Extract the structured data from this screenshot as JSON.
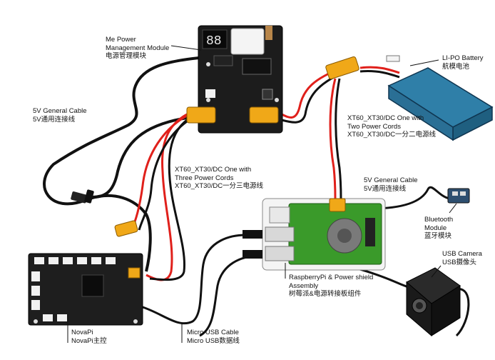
{
  "labels": {
    "power_module": [
      "Me Power",
      "Management Module",
      "电源管理模块"
    ],
    "battery": [
      "LI-PO Battery",
      "航模电池"
    ],
    "general_cable_left": [
      "5V General Cable",
      "5V通用连接线"
    ],
    "cord_two": [
      "XT60_XT30/DC One with",
      "Two Power Cords",
      "XT60_XT30/DC一分二电源线"
    ],
    "cord_three": [
      "XT60_XT30/DC One with",
      "Three Power Cords",
      "XT60_XT30/DC一分三电源线"
    ],
    "general_cable_right": [
      "5V General Cable",
      "5V通用连接线"
    ],
    "bluetooth": [
      "Bluetooth",
      "Module",
      "蓝牙模块"
    ],
    "usb_camera": [
      "USB Camera",
      "USB摄像头"
    ],
    "raspberry": [
      "RaspberryPi & Power shield",
      "Assembly",
      "树莓派&电源转接板组件"
    ],
    "novapi": [
      "NovaPi",
      "NovaPi主控"
    ],
    "micro_usb": [
      "Micro USB Cable",
      "Micro USB数据线"
    ]
  },
  "power_display": "88",
  "battery_color": "#2f7fa8",
  "wire_red": "#e0201b",
  "wire_black": "#111111",
  "connector_yellow": "#f0a818",
  "board_green": "#3a9a2a"
}
